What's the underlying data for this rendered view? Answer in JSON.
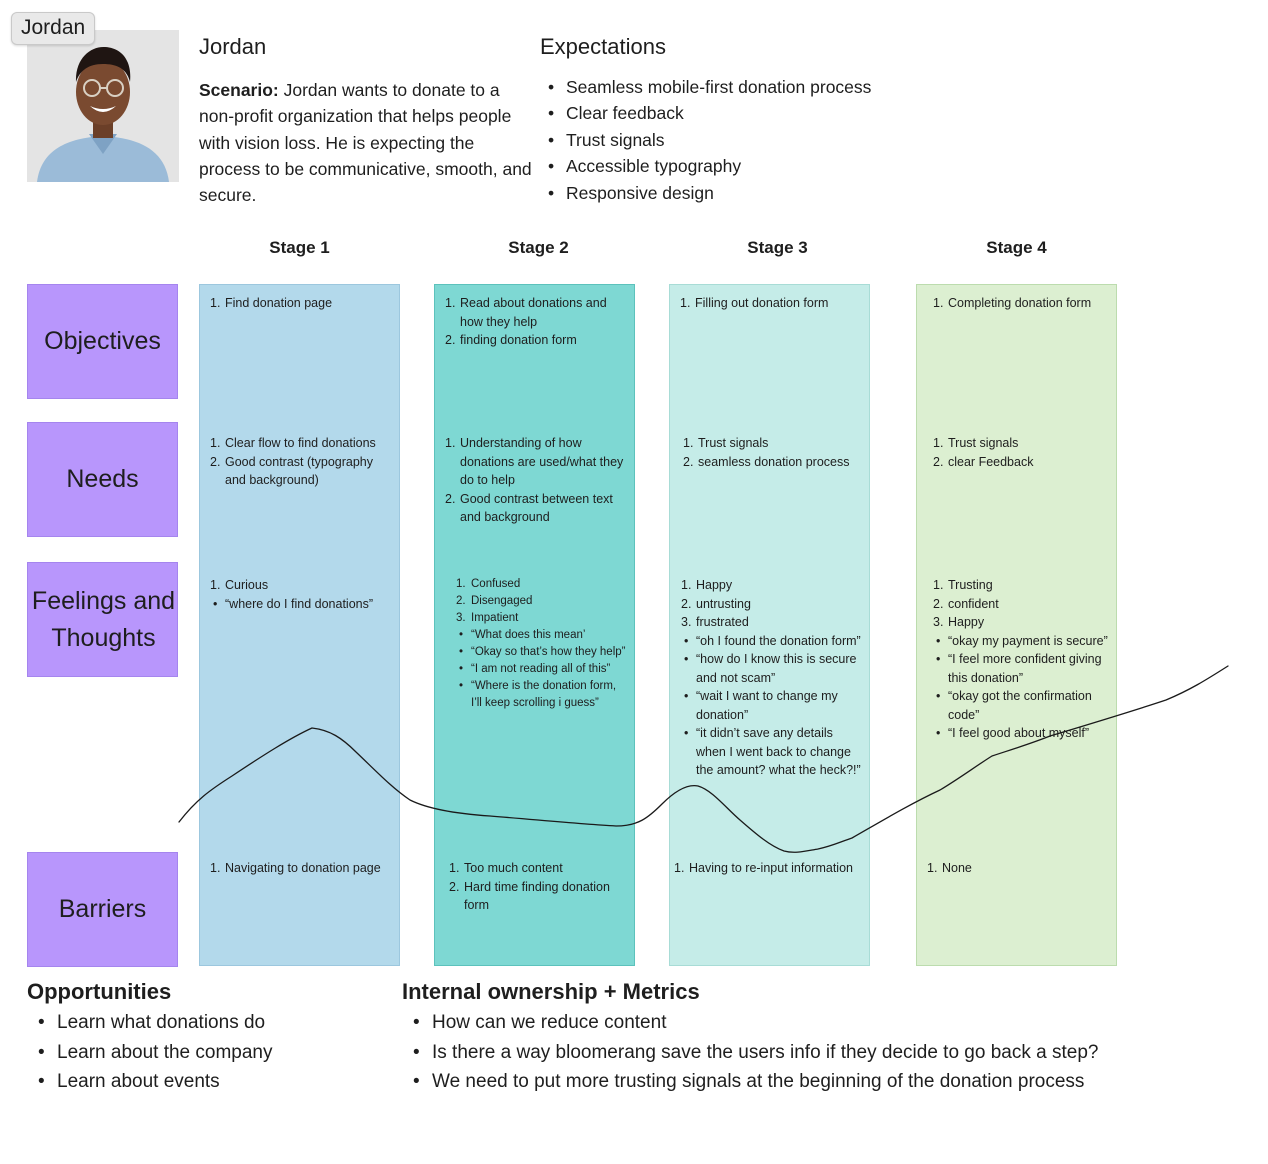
{
  "persona": {
    "tag": "Jordan",
    "name": "Jordan",
    "scenario_label": "Scenario:",
    "scenario_text": "Jordan wants to donate to a non-profit organization that helps people with vision loss. He is expecting the process to be communicative, smooth, and secure.",
    "photo": "person-photo"
  },
  "expectations": {
    "title": "Expectations",
    "items": [
      "Seamless mobile-first donation process",
      "Clear feedback",
      "Trust signals",
      "Accessible typography",
      "Responsive design"
    ]
  },
  "stages": [
    "Stage 1",
    "Stage 2",
    "Stage 3",
    "Stage 4"
  ],
  "rows": {
    "objectives": "Objectives",
    "needs": "Needs",
    "feelings": "Feelings and Thoughts",
    "barriers": "Barriers"
  },
  "objectives": [
    [
      "Find donation page"
    ],
    [
      "Read about donations and how they help",
      "finding donation form"
    ],
    [
      "Filling out donation form"
    ],
    [
      "Completing donation form"
    ]
  ],
  "needs": [
    [
      " Clear flow to find donations",
      "Good contrast (typography and background)"
    ],
    [
      "Understanding of how donations are used/what they do to help",
      "Good contrast between text and background"
    ],
    [
      "Trust signals",
      "seamless donation process"
    ],
    [
      "Trust signals",
      "clear Feedback"
    ]
  ],
  "feelings": [
    {
      "numbered": [
        "Curious"
      ],
      "quotes": [
        "“where do I find donations”"
      ]
    },
    {
      "numbered": [
        "Confused",
        "Disengaged",
        "Impatient"
      ],
      "quotes": [
        "“What does this mean’",
        "“Okay so that’s how they help”",
        "“I am not reading all of this”",
        "“Where is the donation form, I’ll keep scrolling i guess”"
      ]
    },
    {
      "numbered": [
        "Happy",
        "untrusting",
        "frustrated"
      ],
      "quotes": [
        "“oh I found the donation form”",
        "“how do I know this is secure and not scam”",
        "“wait I want to change my donation”",
        "“it didn’t save any details when I went back to change the amount? what the heck?!”"
      ]
    },
    {
      "numbered": [
        "Trusting",
        "confident",
        "Happy"
      ],
      "quotes": [
        "“okay my payment is secure”",
        "“I feel more confident giving this donation”",
        "“okay got the confirmation code”",
        "“I feel good about myself”"
      ]
    }
  ],
  "barriers": [
    [
      "Navigating to donation page"
    ],
    [
      "Too much content",
      "Hard time finding donation form"
    ],
    [
      "Having to re-input information"
    ],
    [
      "None"
    ]
  ],
  "opportunities": {
    "title": "Opportunities",
    "items": [
      "Learn what donations do",
      "Learn about the company",
      "Learn about events"
    ]
  },
  "ownership": {
    "title": "Internal ownership + Metrics",
    "items": [
      "How can we reduce content",
      "Is there a way bloomerang save the users info if they decide to go back a step?",
      "We need to put more trusting signals at the beginning of the donation process"
    ]
  },
  "colors": {
    "stage1": "#b3d9eb",
    "stage2": "#7ed8d3",
    "stage3": "#c5ece8",
    "stage4": "#dcefd1",
    "row_label": "#b896fc"
  }
}
